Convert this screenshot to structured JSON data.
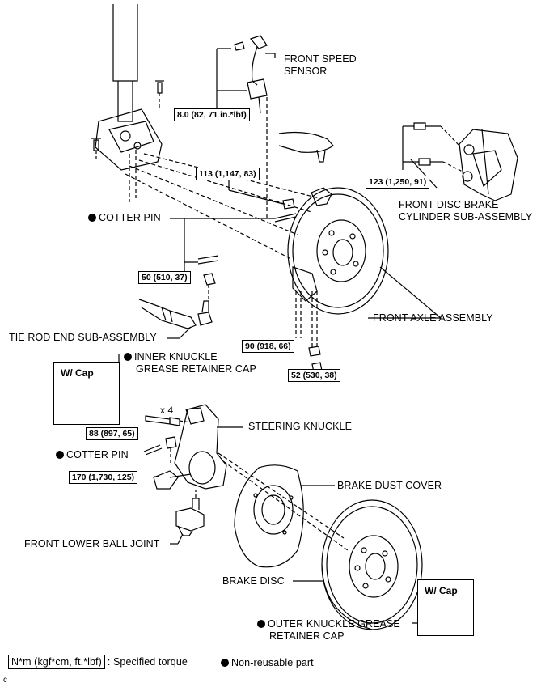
{
  "labels": {
    "front_speed_sensor_1": "FRONT SPEED",
    "front_speed_sensor_2": "SENSOR",
    "cotter_pin_upper": "COTTER PIN",
    "front_disc_brake_1": "FRONT DISC BRAKE",
    "front_disc_brake_2": "CYLINDER SUB-ASSEMBLY",
    "front_axle_assembly": "FRONT AXLE ASSEMBLY",
    "tie_rod_end": "TIE ROD END SUB-ASSEMBLY",
    "inner_knuckle_1": "INNER KNUCKLE",
    "inner_knuckle_2": "GREASE RETAINER CAP",
    "steering_knuckle": "STEERING KNUCKLE",
    "cotter_pin_lower": "COTTER PIN",
    "brake_dust_cover": "BRAKE DUST COVER",
    "front_lower_ball_joint": "FRONT LOWER BALL JOINT",
    "brake_disc": "BRAKE DISC",
    "outer_knuckle_1": "OUTER KNUCKLE GREASE",
    "outer_knuckle_2": "RETAINER CAP",
    "times_four": "x 4",
    "corner_letter": "C"
  },
  "torques": {
    "speed_sensor": "8.0 (82, 71 in.*lbf)",
    "nut_113": "113 (1,147, 83)",
    "caliper_123": "123 (1,250, 91)",
    "tie_rod_50": "50 (510, 37)",
    "bolt_90": "90 (918, 66)",
    "nut_52": "52 (530, 38)",
    "bolt_88": "88 (897, 65)",
    "nut_170": "170 (1,730, 125)"
  },
  "wcap": {
    "inner_title": "W/ Cap",
    "outer_title": "W/ Cap"
  },
  "legend": {
    "unit_box": "N*m (kgf*cm, ft.*lbf)",
    "unit_desc": ": Specified torque",
    "nonreusable": "Non-reusable part"
  }
}
